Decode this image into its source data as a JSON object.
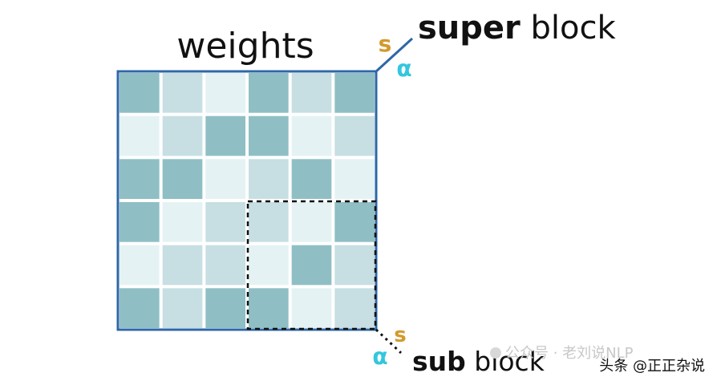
{
  "title": "weights",
  "super_label": {
    "bold": "super",
    "rest": " block"
  },
  "sub_label": {
    "bold": "sub",
    "rest": " block"
  },
  "super_symbols": {
    "scale": "s",
    "alpha": "α"
  },
  "sub_symbols": {
    "scale": "s",
    "alpha": "α"
  },
  "watermark": {
    "faint": "公众号 · 老刘说NLP",
    "main": "头条 @正正杂说"
  },
  "colors": {
    "frame": "#2e67a8",
    "scale": "#d39a2c",
    "alpha": "#33c7dd",
    "cell_dark": "#8fbfc4",
    "cell_mid": "#c7dfe2",
    "cell_light": "#e5f2f4"
  },
  "grid_levels": [
    [
      2,
      1,
      0,
      2,
      1,
      2
    ],
    [
      0,
      1,
      2,
      2,
      0,
      1
    ],
    [
      2,
      2,
      0,
      1,
      2,
      0
    ],
    [
      2,
      0,
      1,
      1,
      0,
      2
    ],
    [
      0,
      1,
      1,
      0,
      2,
      1
    ],
    [
      2,
      1,
      2,
      2,
      0,
      1
    ]
  ],
  "sub_block_cells": {
    "rows": [
      3,
      5
    ],
    "cols": [
      3,
      5
    ]
  }
}
